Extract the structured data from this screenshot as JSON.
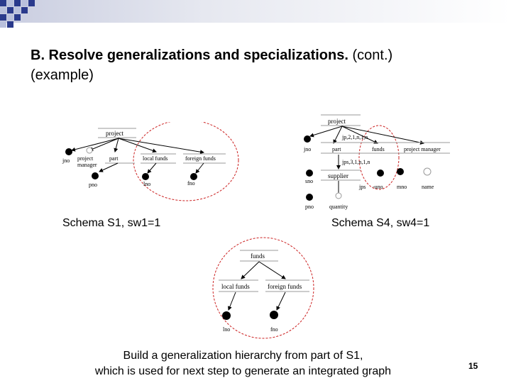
{
  "title": {
    "bold": "B.  Resolve generalizations and specializations.",
    "normal": " (cont.)",
    "line2": "(example)"
  },
  "s1": {
    "caption": "Schema S1, sw1=1",
    "nodes": {
      "project": "project",
      "jno": "jno",
      "project_manager_1": "project",
      "project_manager_2": "manager",
      "part": "part",
      "local_funds": "local funds",
      "foreign_funds": "foreign funds",
      "pno": "pno",
      "lno": "lno",
      "fno": "fno"
    }
  },
  "s4": {
    "caption": "Schema S4, sw4=1",
    "nodes": {
      "project": "project",
      "jno": "jno",
      "part": "part",
      "funds": "funds",
      "project_manager": "project manager",
      "rel_top": "jp,2,1,n,1,n",
      "rel_mid": "jps,3,1,n,1,n",
      "supplier": "supplier",
      "sno": "sno",
      "jps": "jps",
      "uno": "-uno",
      "mno": "mno",
      "name": "name",
      "pno": "pno",
      "quantity": "quantity"
    }
  },
  "hierarchy": {
    "nodes": {
      "funds": "funds",
      "local_funds": "local funds",
      "foreign_funds": "foreign funds",
      "lno": "lno",
      "fno": "fno"
    }
  },
  "footer": {
    "line1": "Build a generalization hierarchy from part of S1,",
    "line2": "which is used for next step to generate an integrated graph"
  },
  "page_number": "15",
  "colors": {
    "accent_dark": "#2a3a8c",
    "accent_light": "#b9c0dc",
    "dashed_circle": "#cc2222"
  }
}
